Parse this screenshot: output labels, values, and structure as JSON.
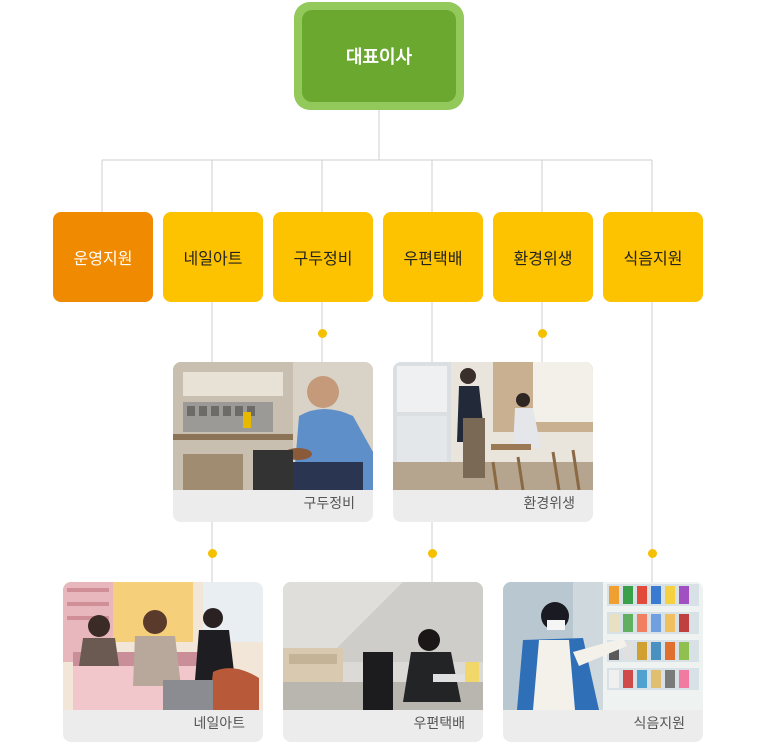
{
  "root": {
    "label": "대표이사"
  },
  "departments": [
    {
      "label": "운영지원"
    },
    {
      "label": "네일아트"
    },
    {
      "label": "구두정비"
    },
    {
      "label": "우편택배"
    },
    {
      "label": "환경위생"
    },
    {
      "label": "식음지원"
    }
  ],
  "photos": [
    {
      "caption": "구두정비"
    },
    {
      "caption": "환경위생"
    },
    {
      "caption": "네일아트"
    },
    {
      "caption": "우편택배"
    },
    {
      "caption": "식음지원"
    }
  ],
  "colors": {
    "root_outer": "#93c85a",
    "root_inner": "#6aa82f",
    "department": "#fdc300",
    "department_highlight": "#f08a00",
    "connector": "#cfcfcf",
    "dot": "#f5c000"
  }
}
